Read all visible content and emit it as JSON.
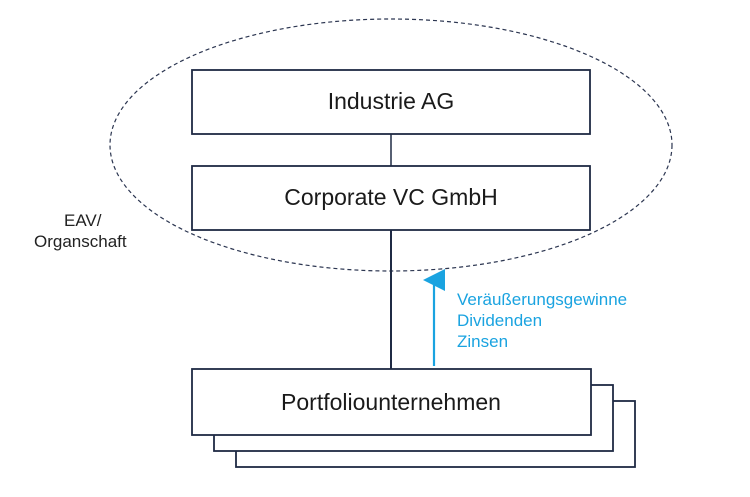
{
  "diagram": {
    "group_label": {
      "line1": "EAV/",
      "line2": "Organschaft"
    },
    "nodes": {
      "parent": "Industrie AG",
      "vc": "Corporate VC GmbH",
      "portfolio": "Portfoliounternehmen"
    },
    "flows": {
      "line1": "Veräußerungsgewinne",
      "line2": "Dividenden",
      "line3": "Zinsen"
    },
    "colors": {
      "box_border": "#1f2a44",
      "dashed_ellipse": "#2b3550",
      "connector": "#1f2a44",
      "flow_accent": "#1aa3e0"
    }
  }
}
